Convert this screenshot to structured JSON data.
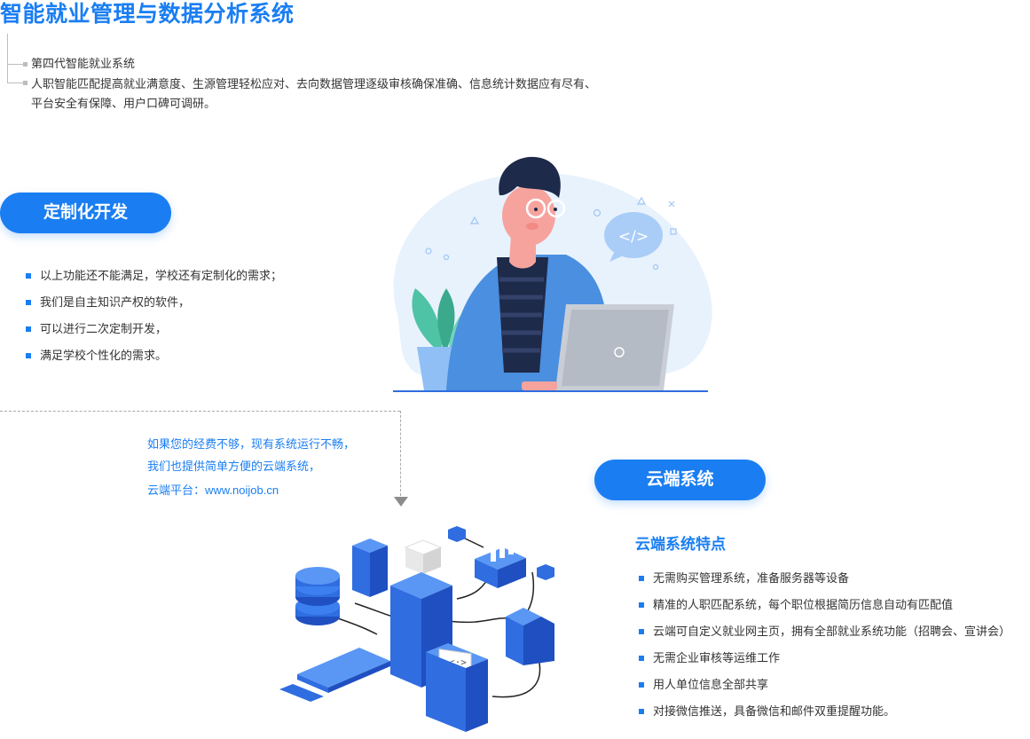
{
  "header": {
    "title": "智能就业管理与数据分析系统",
    "intro": [
      "第四代智能就业系统",
      "人职智能匹配提高就业满意度、生源管理轻松应对、去向数据管理逐级审核确保准确、信息统计数据应有尽有、",
      "平台安全有保障、用户口碑可调研。"
    ]
  },
  "custom_dev": {
    "button_label": "定制化开发",
    "items": [
      "以上功能还不能满足，学校还有定制化的需求；",
      "我们是自主知识产权的软件，",
      "可以进行二次定制开发，",
      "满足学校个性化的需求。"
    ]
  },
  "cloud_note": {
    "lines": [
      "如果您的经费不够，现有系统运行不畅，",
      "我们也提供简单方便的云端系统，",
      "云端平台：www.noijob.cn"
    ]
  },
  "cloud_system": {
    "button_label": "云端系统",
    "features_title": "云端系统特点",
    "items": [
      "无需购买管理系统，准备服务器等设备",
      "精准的人职匹配系统，每个职位根据简历信息自动有匹配值",
      "云端可自定义就业网主页，拥有全部就业系统功能（招聘会、宣讲会）",
      "无需企业审核等运维工作",
      "用人单位信息全部共享",
      "对接微信推送，具备微信和邮件双重提醒功能。"
    ]
  },
  "illustration": {
    "code_bubble": "</>",
    "colors": {
      "brand_blue": "#1a7ef2",
      "iso_blue": "#2f6de0",
      "iso_dark": "#1f4fc0",
      "illus_bg": "#e8f2fd"
    }
  }
}
